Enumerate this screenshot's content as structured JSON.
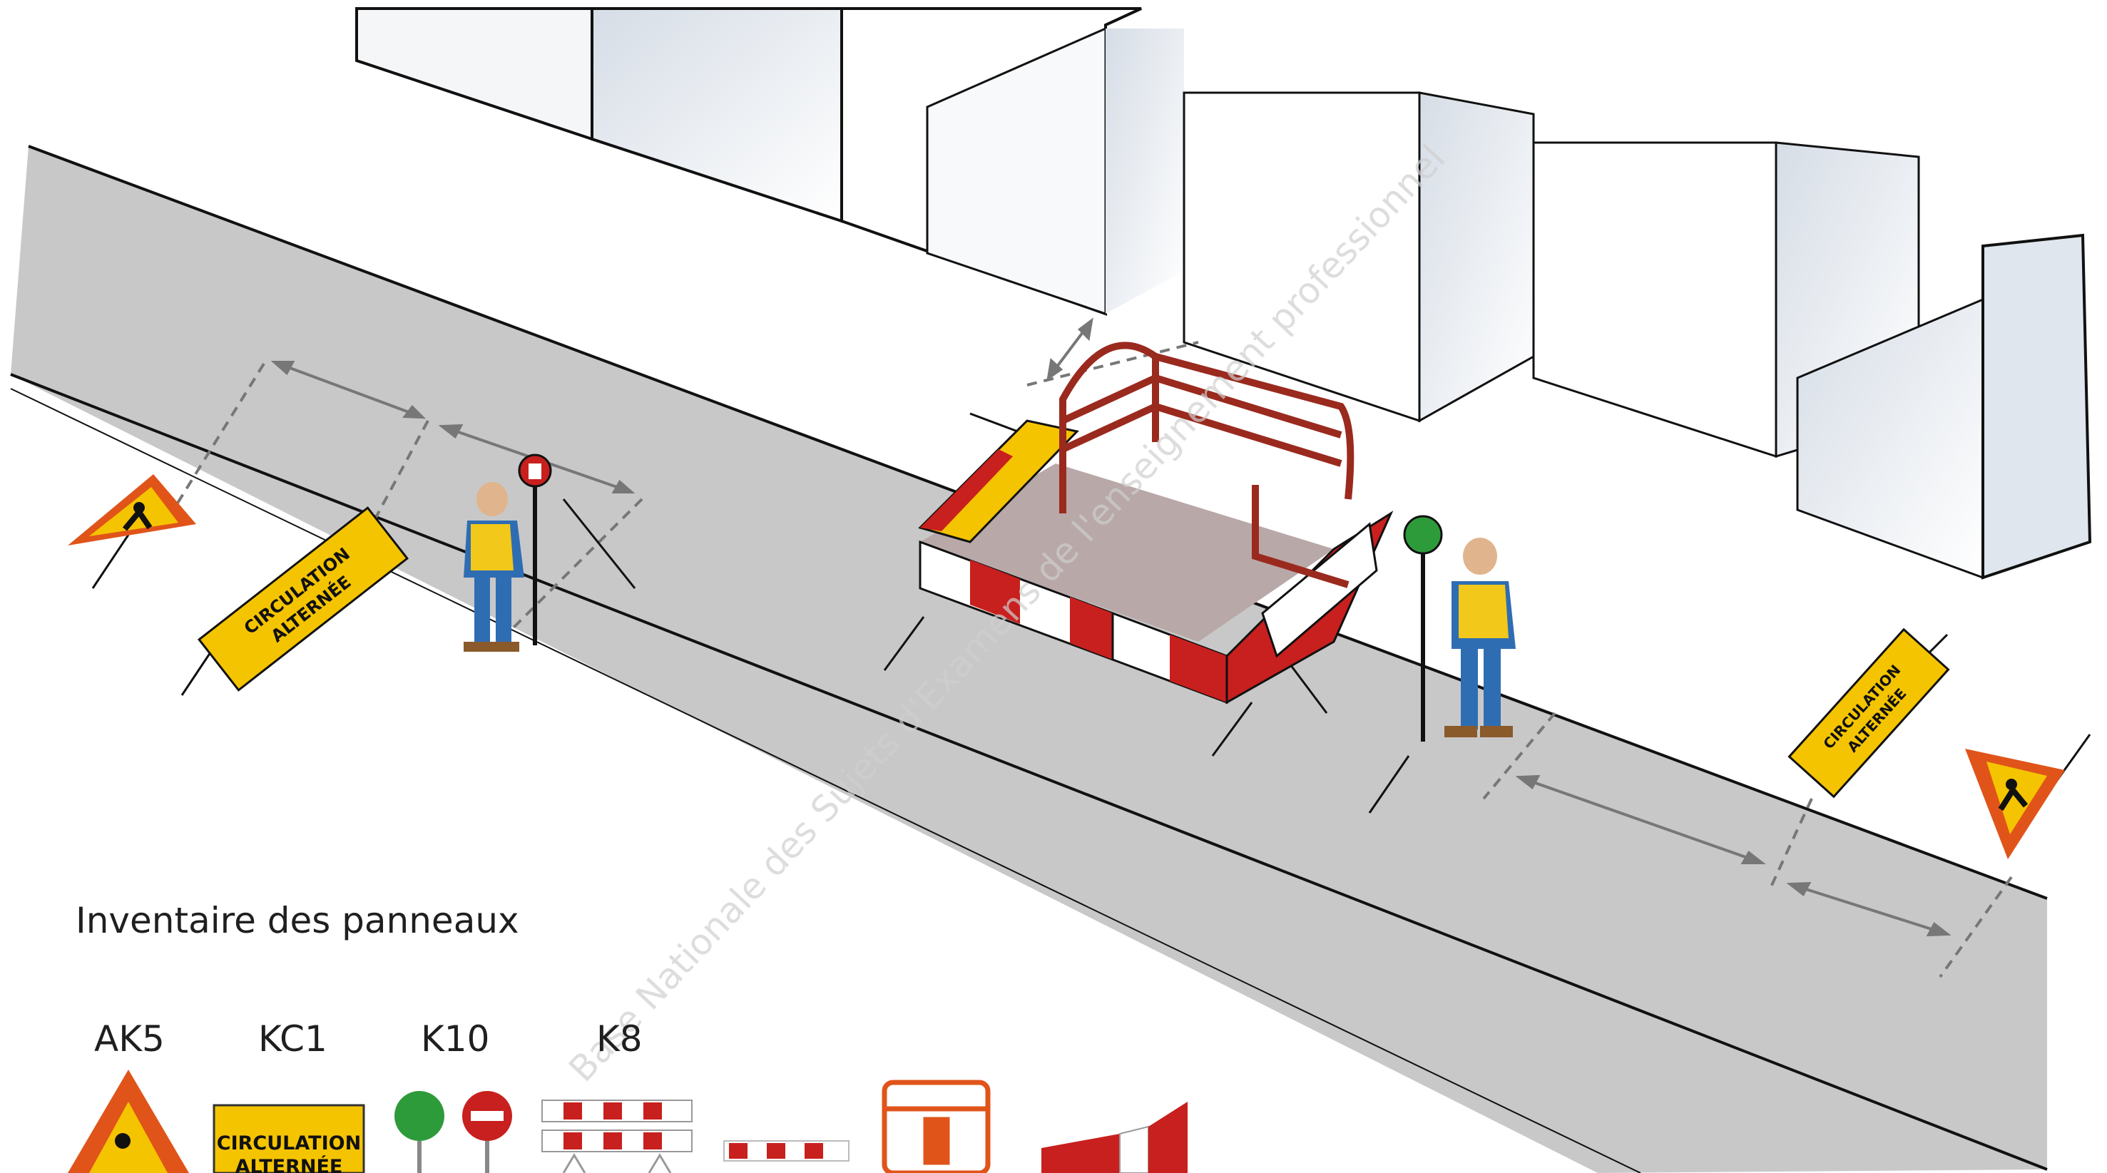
{
  "inventory": {
    "title": "Inventaire des panneaux",
    "codes": {
      "ak5": "AK5",
      "kc1": "KC1",
      "k10": "K10",
      "k8": "K8"
    },
    "kc1_sign_text": [
      "CIRCULATION",
      "ALTERNÉE"
    ]
  },
  "road_signs": {
    "circulation_alternee": [
      "CIRCULATION",
      "ALTERNÉE"
    ]
  },
  "watermark": "Base Nationale des Sujets d'Examens de l'enseignement professionnel",
  "colors": {
    "road": "#c8c8c8",
    "barrier_red": "#c8201e",
    "sign_yellow": "#f5c400",
    "sign_orange_border": "#e0541a",
    "worker_blue": "#2f6db3",
    "vest_yellow": "#f2c81a",
    "disc_green": "#2e9b3a"
  },
  "icons": [
    "ak5-roadworks-sign-icon",
    "kc1-circulation-alternee-sign-icon",
    "k10-green-disc-icon",
    "k10-red-no-entry-disc-icon",
    "k8-barrier-icon",
    "ribbon-barrier-icon",
    "fence-barrier-icon",
    "water-filled-barrier-icon"
  ]
}
